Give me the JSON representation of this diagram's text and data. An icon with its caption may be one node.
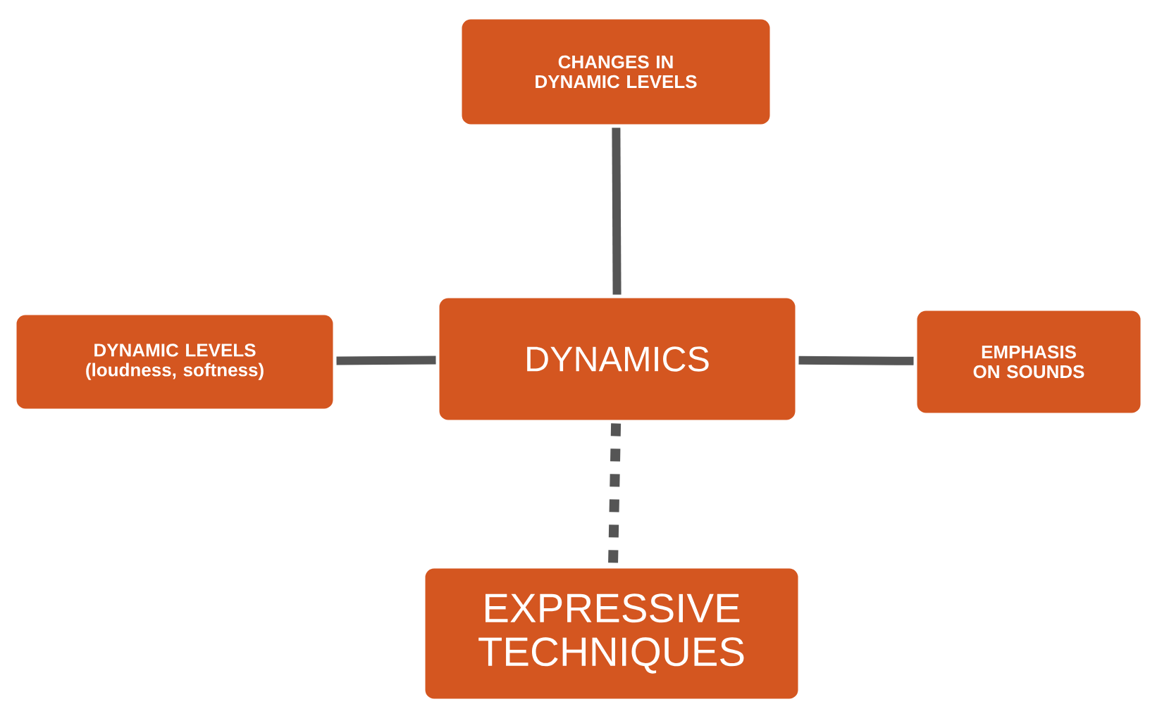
{
  "diagram": {
    "nodes": [
      {
        "text": [
          "CHANGES IN DYNAMIC LEVELS"
        ]
      },
      {
        "text": [
          "DYNAMIC LEVELS (loudness, softness)"
        ]
      },
      {
        "text": [
          "DYNAMICS"
        ]
      },
      {
        "text": [
          "EMPHASIS ON SOUNDS"
        ]
      },
      {
        "text": [
          "EXPRESSIVE TECHNIQUES"
        ]
      }
    ],
    "edges": [
      {
        "from": 2,
        "to": 0,
        "arrow": "none"
      },
      {
        "from": 1,
        "to": 2,
        "arrow": "none"
      },
      {
        "from": 2,
        "to": 3,
        "arrow": "none"
      },
      {
        "from": 2,
        "to": 4,
        "arrow": "none",
        "style": "dashed"
      }
    ]
  }
}
